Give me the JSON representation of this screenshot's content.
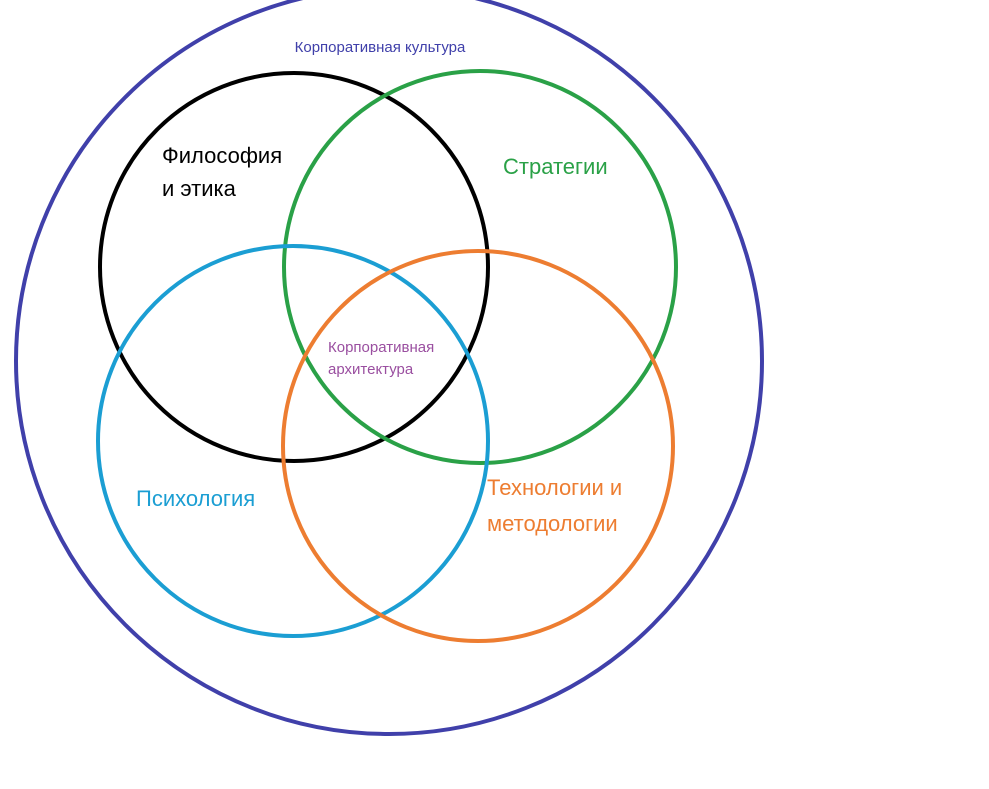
{
  "diagram": {
    "outer": {
      "label": "Корпоративная культура",
      "color": "#4040aa"
    },
    "circles": {
      "philosophy": {
        "label_line1": "Философия",
        "label_line2": "и этика",
        "color": "#000000"
      },
      "strategy": {
        "label": "Стратегии",
        "color": "#2aa147"
      },
      "psychology": {
        "label": "Психология",
        "color": "#1b9ed3"
      },
      "technology": {
        "label_line1": "Технологии и",
        "label_line2": "методологии",
        "color": "#ed7d31"
      }
    },
    "center": {
      "label_line1": "Корпоративная",
      "label_line2": "архитектура",
      "color": "#9a4fa0"
    }
  }
}
